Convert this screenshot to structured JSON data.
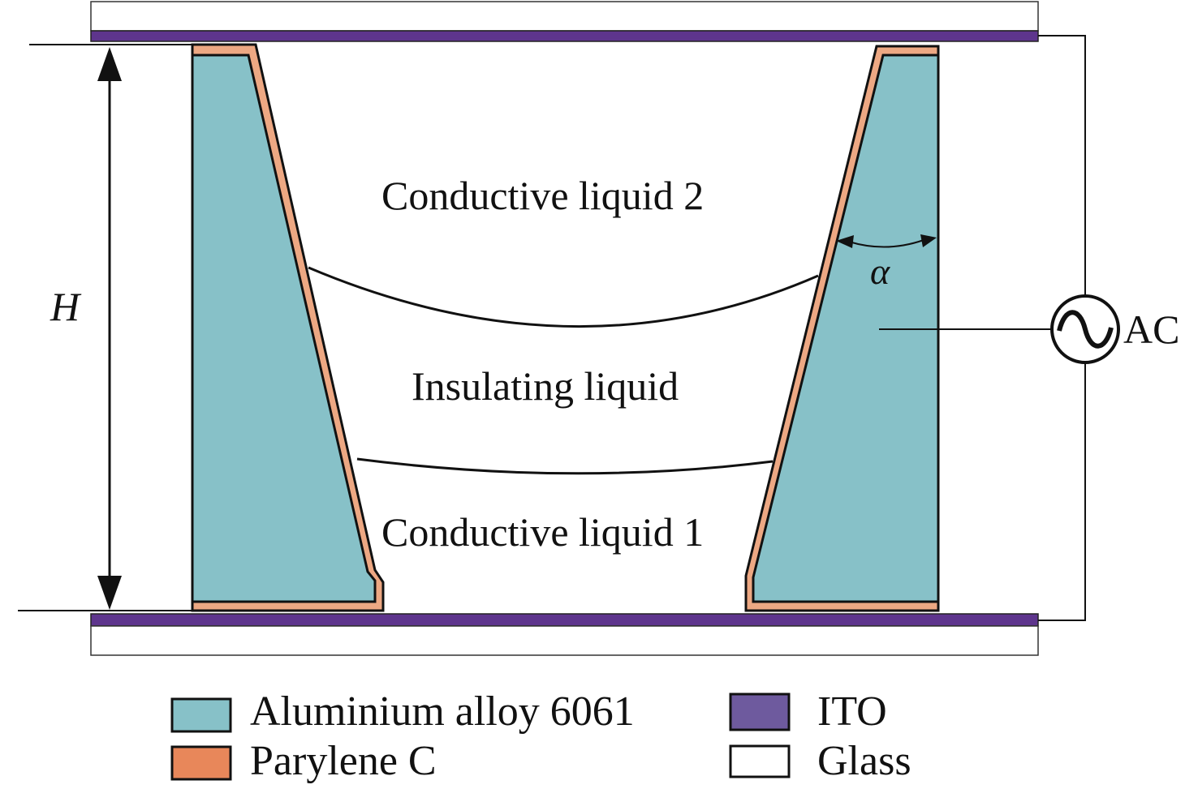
{
  "labels": {
    "liquid_top": "Conductive liquid 2",
    "liquid_mid": "Insulating liquid",
    "liquid_bottom": "Conductive liquid 1",
    "height": "H",
    "angle": "α",
    "source": "AC"
  },
  "legend": [
    {
      "label": "Aluminium alloy 6061",
      "color": "#87c1c8"
    },
    {
      "label": "Parylene C",
      "color": "#e8875a"
    },
    {
      "label": "ITO",
      "color": "#6e5a9e"
    },
    {
      "label": "Glass",
      "color": "#ffffff"
    }
  ],
  "colors": {
    "aluminium": "#87c1c8",
    "parylene": "#eda883",
    "ito": "#5e358d",
    "glass": "#ffffff"
  }
}
